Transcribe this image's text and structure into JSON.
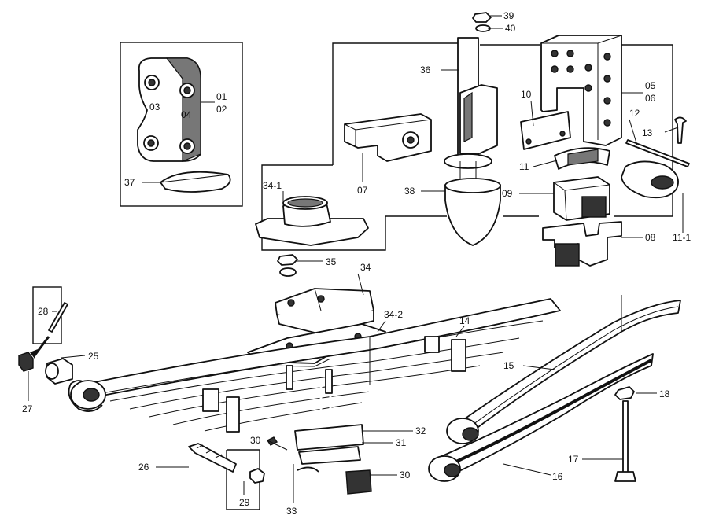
{
  "labels": {
    "l39": "39",
    "l40": "40",
    "l36": "36",
    "l10": "10",
    "l05": "05",
    "l06": "06",
    "l12": "12",
    "l13": "13",
    "l01": "01",
    "l02": "02",
    "l03": "03",
    "l04": "04",
    "l37": "37",
    "l07": "07",
    "l34_1": "34-1",
    "l38": "38",
    "l11": "11",
    "l09": "09",
    "l11_1": "11-1",
    "l08": "08",
    "l35": "35",
    "l34": "34",
    "l34_2": "34-2",
    "l14": "14",
    "l28": "28",
    "l25": "25",
    "l27": "27",
    "l15": "15",
    "l18": "18",
    "l26": "26",
    "l30a": "30",
    "l32": "32",
    "l31": "31",
    "l30b": "30",
    "l29": "29",
    "l33": "33",
    "l17": "17",
    "l16": "16"
  }
}
